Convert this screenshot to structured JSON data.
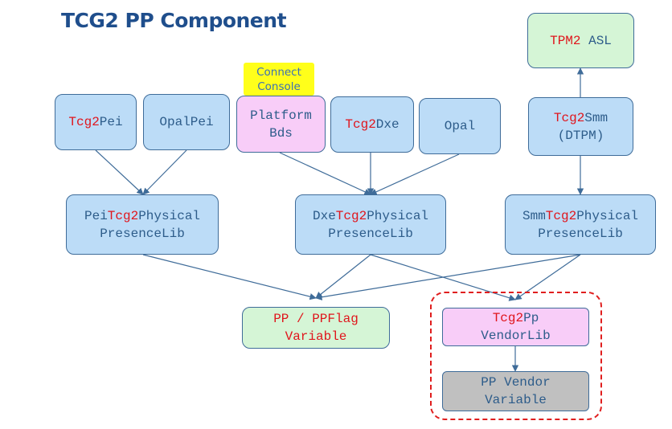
{
  "title": "TCG2 PP Component",
  "highlight": {
    "line1": "Connect",
    "line2": "Console"
  },
  "nodes": {
    "tcg2pei": {
      "red": "Tcg2",
      "rest": "Pei"
    },
    "opalpei": {
      "text": "OpalPei"
    },
    "platformbds": {
      "line1": "Platform",
      "line2": "Bds"
    },
    "tcg2dxe": {
      "red": "Tcg2",
      "rest": "Dxe"
    },
    "opal": {
      "text": "Opal"
    },
    "tpm2asl": {
      "red": "TPM2",
      "rest": " ASL"
    },
    "tcg2smm": {
      "red": "Tcg2",
      "rest": "Smm",
      "line2": "(DTPM)"
    },
    "peilib": {
      "pre": "Pei",
      "red": "Tcg2",
      "rest": "Physical",
      "line2": "PresenceLib"
    },
    "dxelib": {
      "pre": "Dxe",
      "red": "Tcg2",
      "rest": "Physical",
      "line2": "PresenceLib"
    },
    "smmlib": {
      "pre": "Smm",
      "red": "Tcg2",
      "rest": "Physical",
      "line2": "PresenceLib"
    },
    "ppvar": {
      "line1": "PP / PPFlag",
      "line2": "Variable"
    },
    "vendorlib": {
      "red": "Tcg2",
      "rest": "Pp",
      "line2": "VendorLib"
    },
    "vendorvar": {
      "line1": "PP Vendor",
      "line2": "Variable"
    }
  }
}
